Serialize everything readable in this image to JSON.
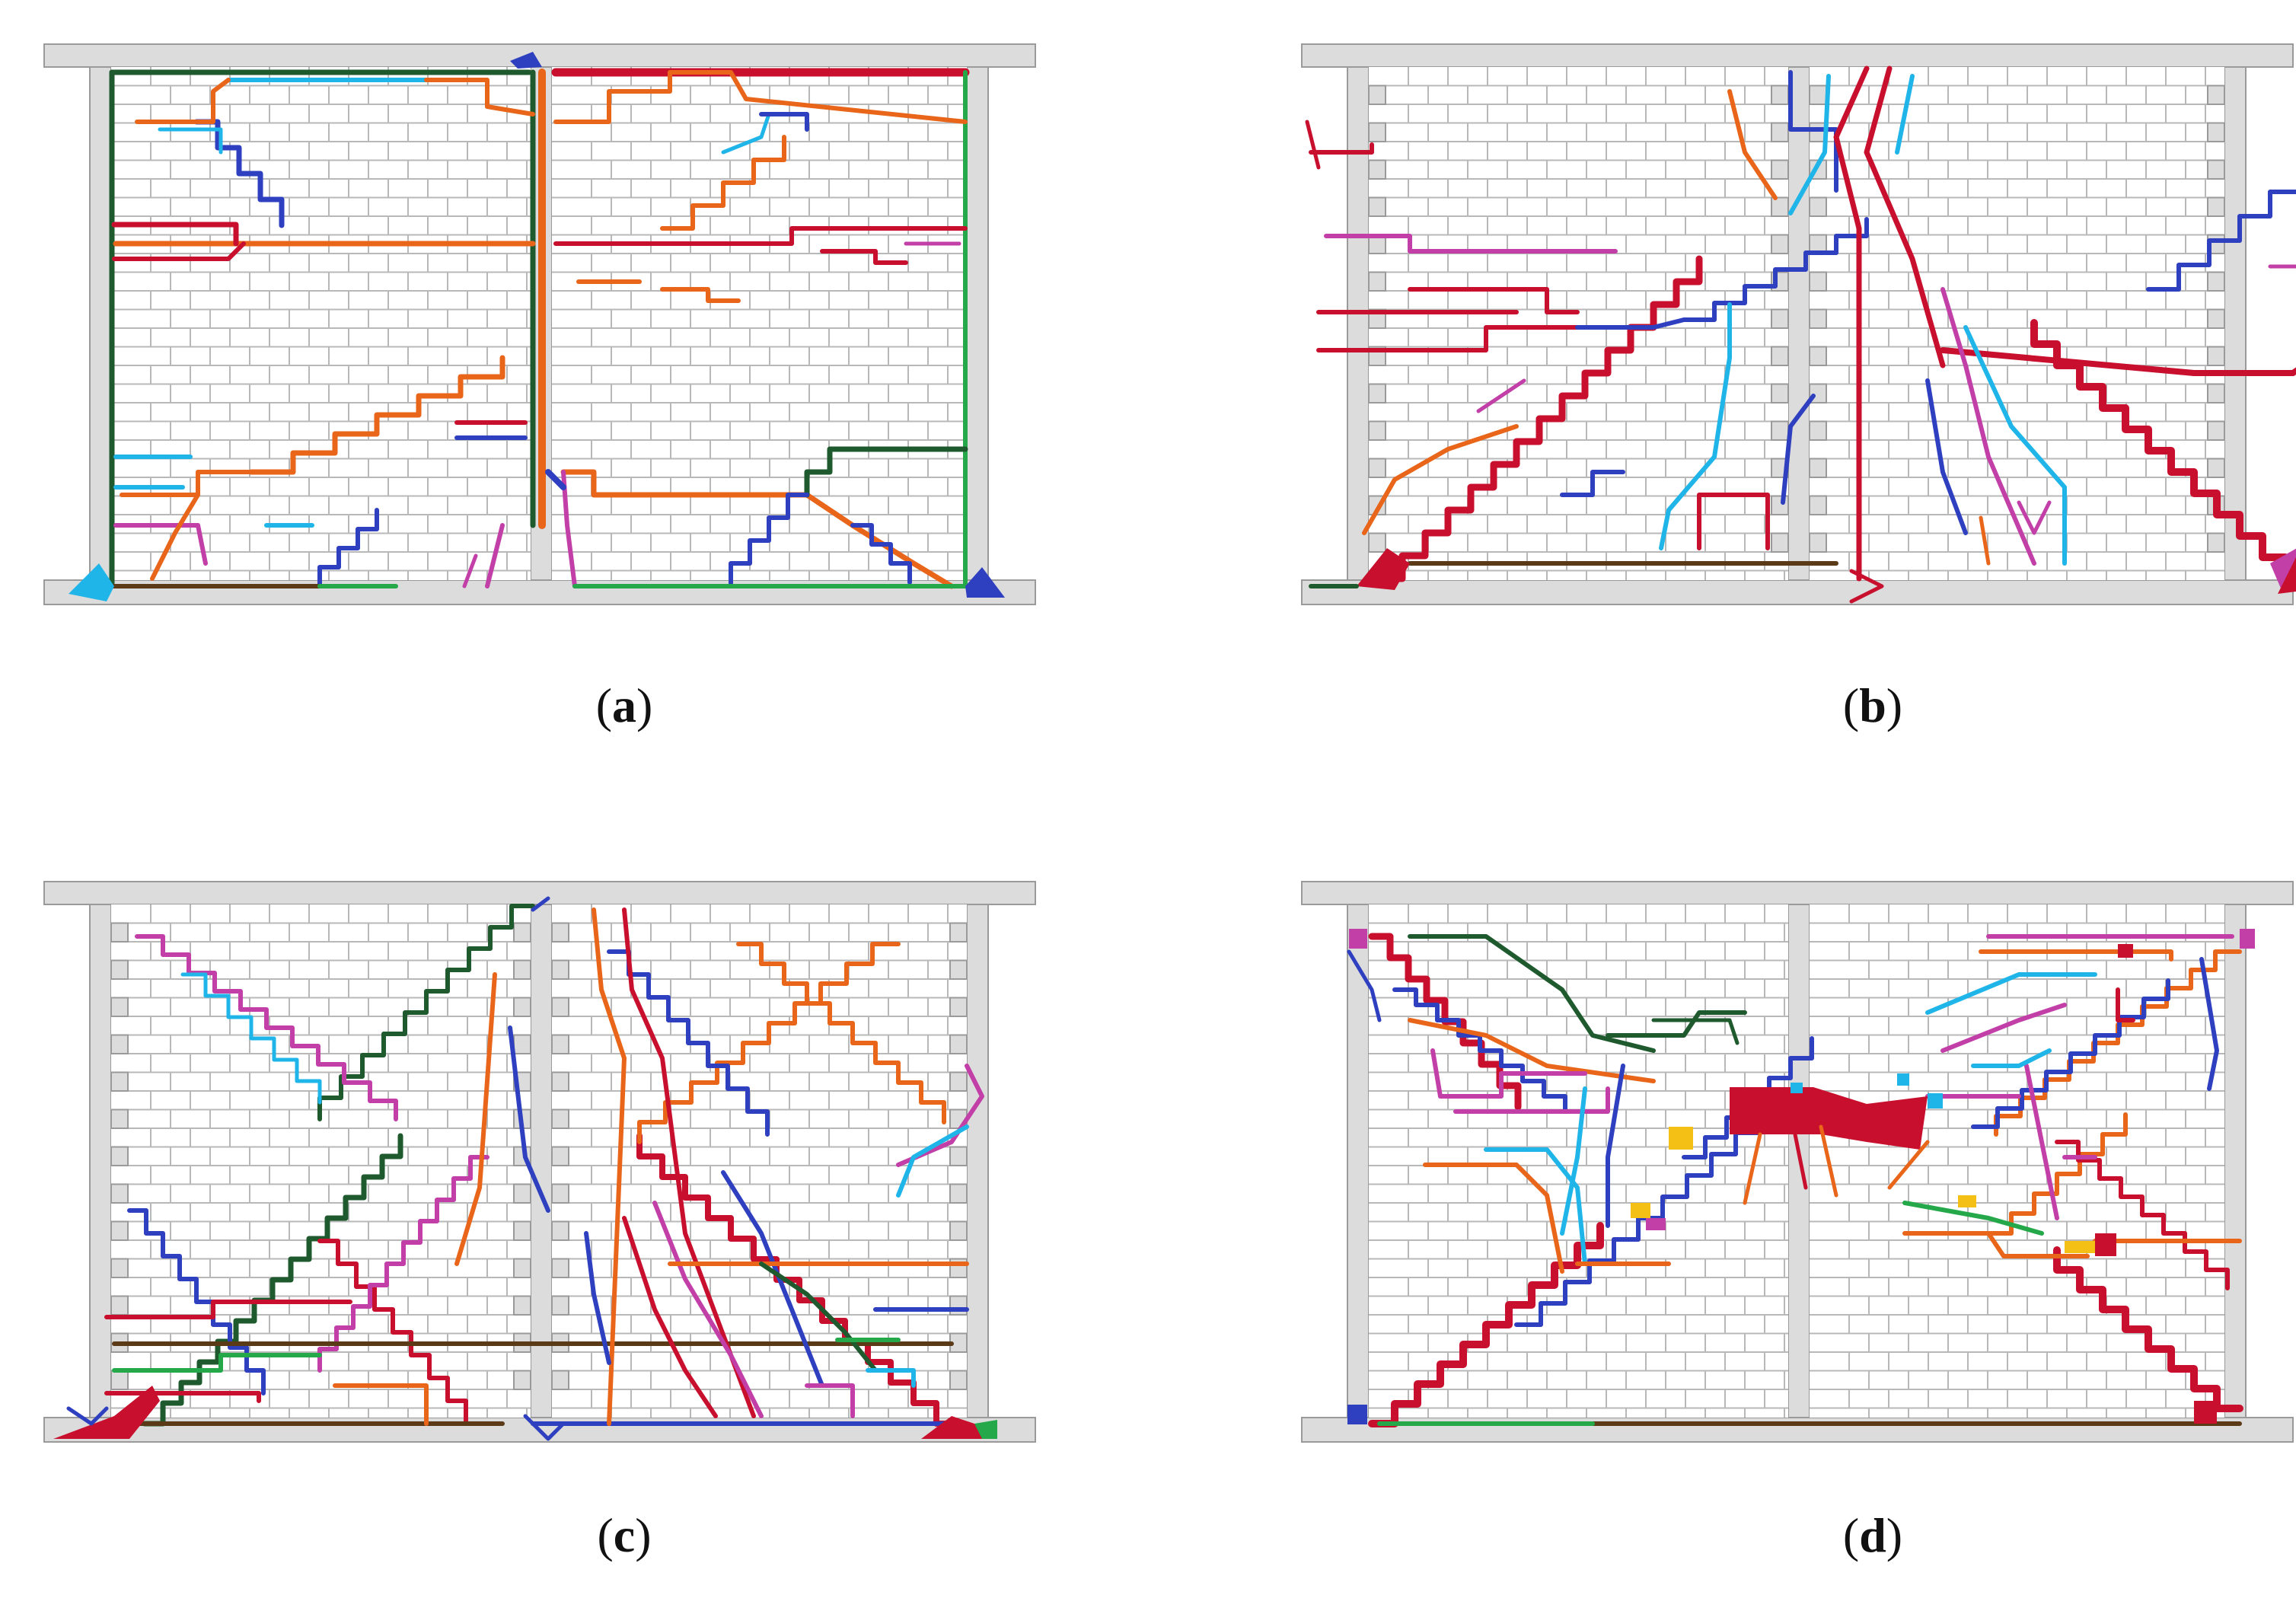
{
  "figure": {
    "panels": [
      {
        "id": "a",
        "label_open": "(",
        "label_letter": "a",
        "label_close": ")",
        "toothed": false,
        "center_style": "straight"
      },
      {
        "id": "b",
        "label_open": "(",
        "label_letter": "b",
        "label_close": ")",
        "toothed": true,
        "center_style": "toothed"
      },
      {
        "id": "c",
        "label_open": "(",
        "label_letter": "c",
        "label_close": ")",
        "toothed": true,
        "center_style": "straight"
      },
      {
        "id": "d",
        "label_open": "(",
        "label_letter": "d",
        "label_close": ")",
        "toothed": false,
        "center_style": "straight"
      }
    ],
    "colors": {
      "frame": "#dcdcdc",
      "frame_edge": "#9a9a9a",
      "brick": "#b8b8b8",
      "red": "#c8102e",
      "orange": "#e8651a",
      "blue": "#2e3fc0",
      "cyan": "#1fb5e8",
      "magenta": "#c23fa8",
      "dkgreen": "#1f5a2e",
      "green": "#24a84a",
      "brown": "#5b3a17",
      "yellow": "#f5c016"
    }
  }
}
